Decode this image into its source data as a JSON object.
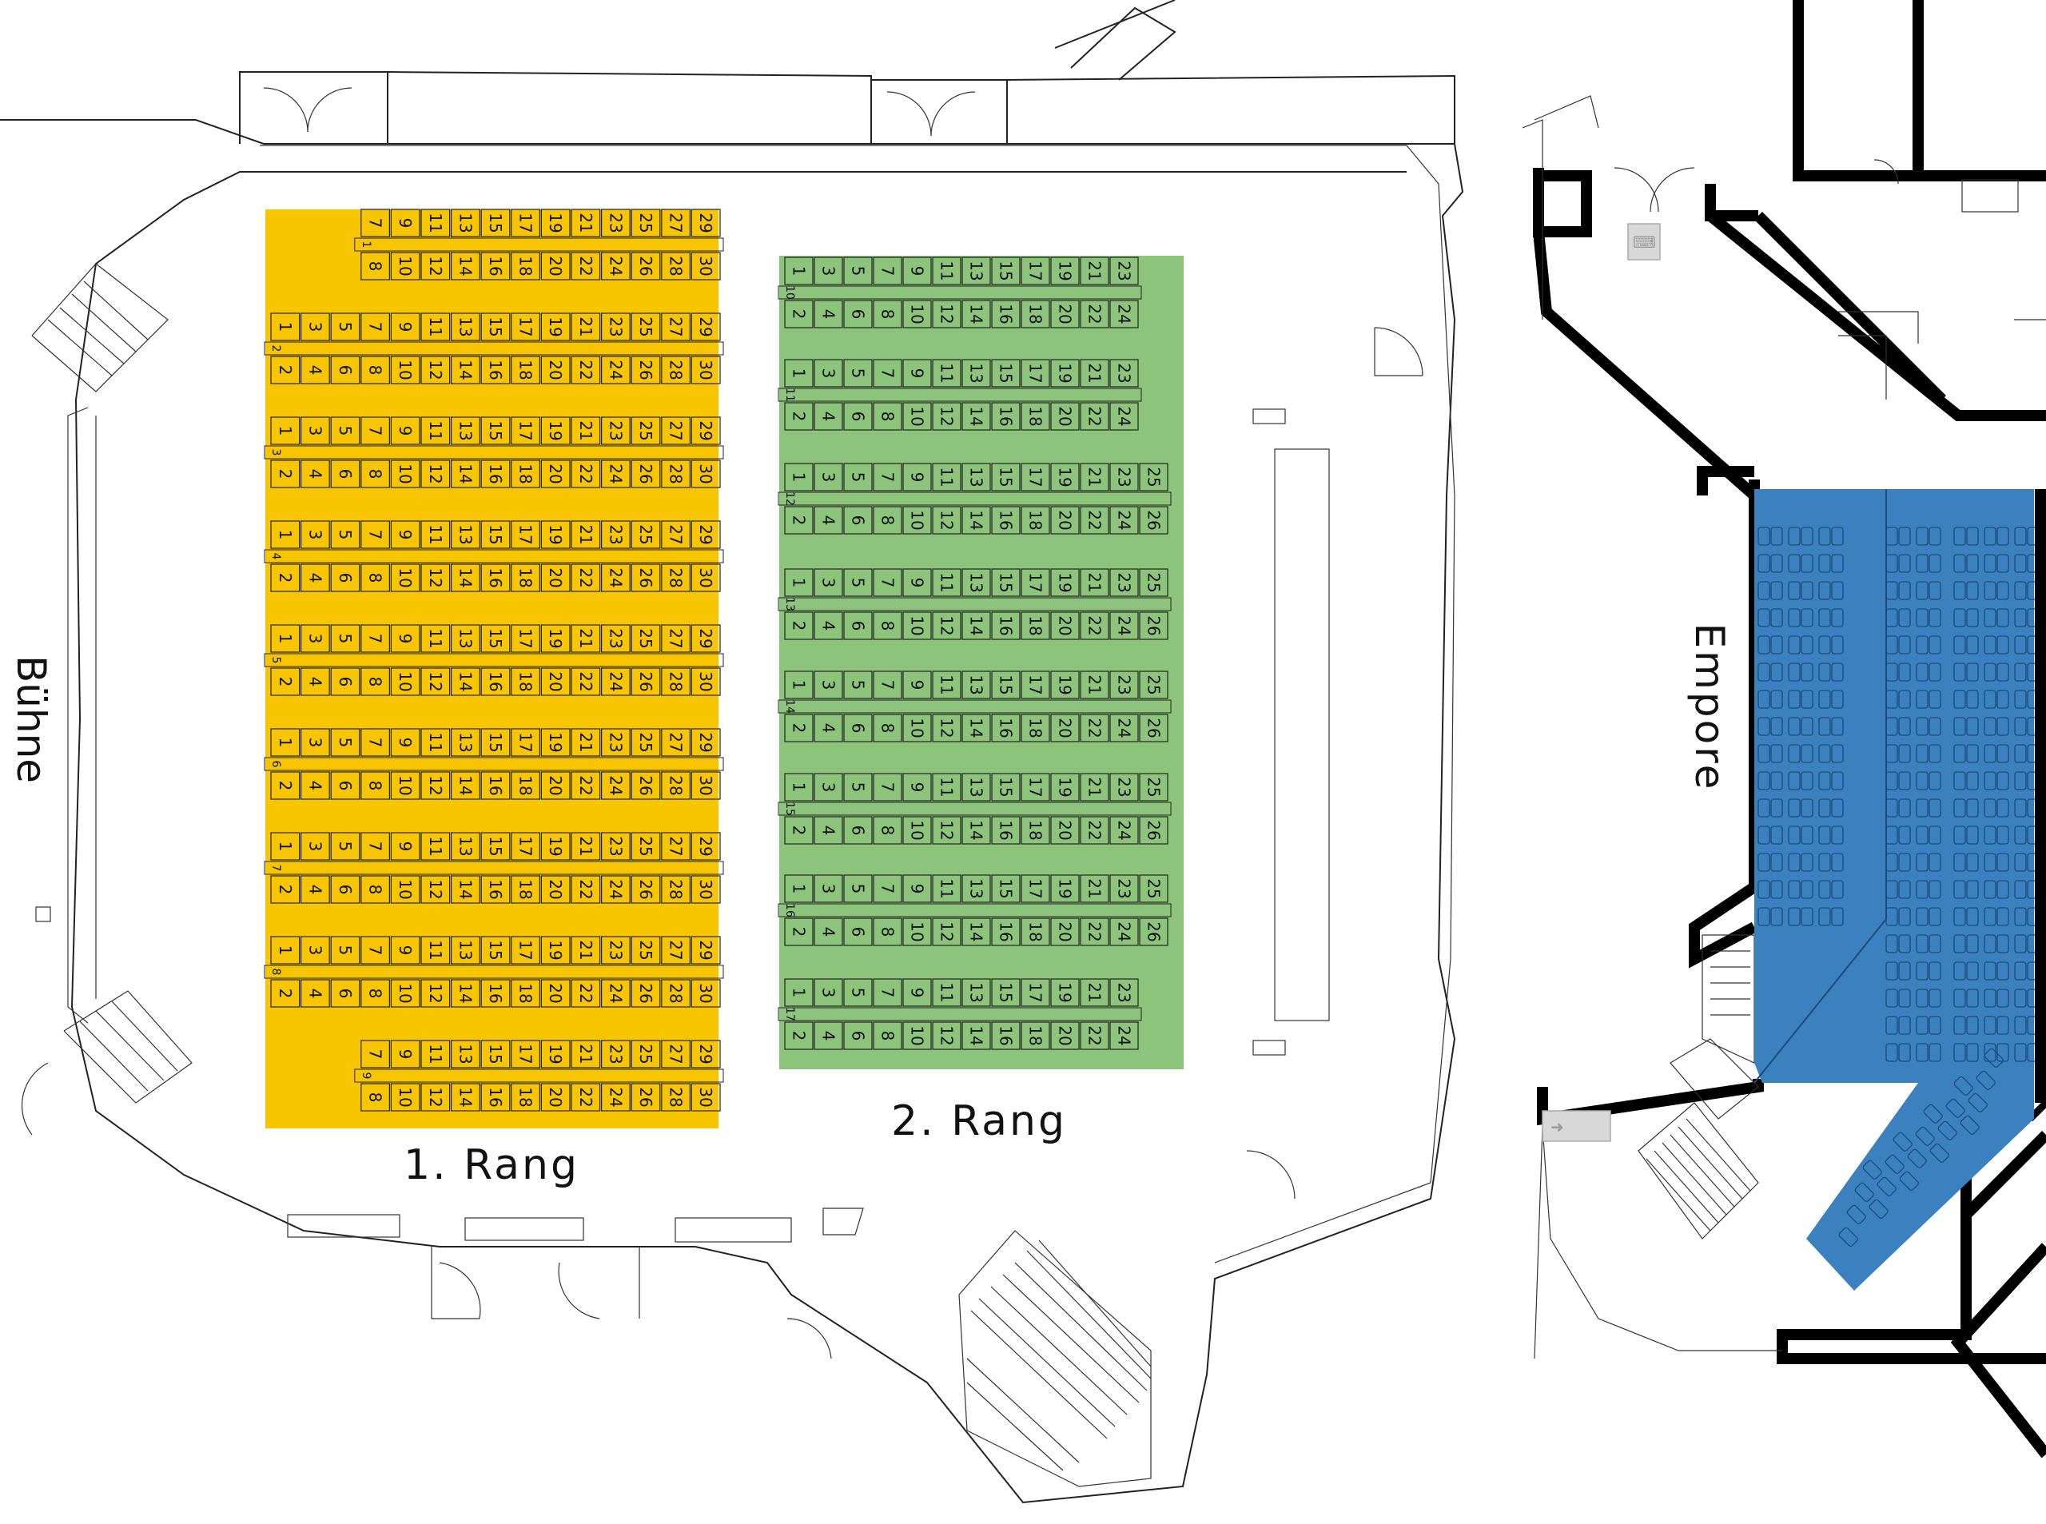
{
  "labels": {
    "stage": "Bühne",
    "rank1": "1. Rang",
    "rank2": "2. Rang",
    "gallery": "Empore"
  },
  "colors": {
    "rank1": "#f7c600",
    "rank2": "#8bc47a",
    "gallery": "#3b80bf",
    "lines": "#222222"
  },
  "rank1": {
    "rows": [
      "1",
      "2",
      "3",
      "4",
      "5",
      "6",
      "7",
      "8",
      "9"
    ],
    "full_row_seats": 30,
    "first_last_row_seats": 24,
    "short_rows": [
      "1",
      "9"
    ]
  },
  "rank2": {
    "rows": [
      "10",
      "11",
      "12",
      "13",
      "14",
      "15",
      "16",
      "17"
    ],
    "seats_short": 24,
    "seats_long": 26,
    "long_rows": [
      "12",
      "13",
      "14",
      "15",
      "16"
    ]
  },
  "icons": {
    "exit_sign_top": "emergency-exit-icon",
    "exit_sign_bottom": "emergency-exit-icon"
  }
}
